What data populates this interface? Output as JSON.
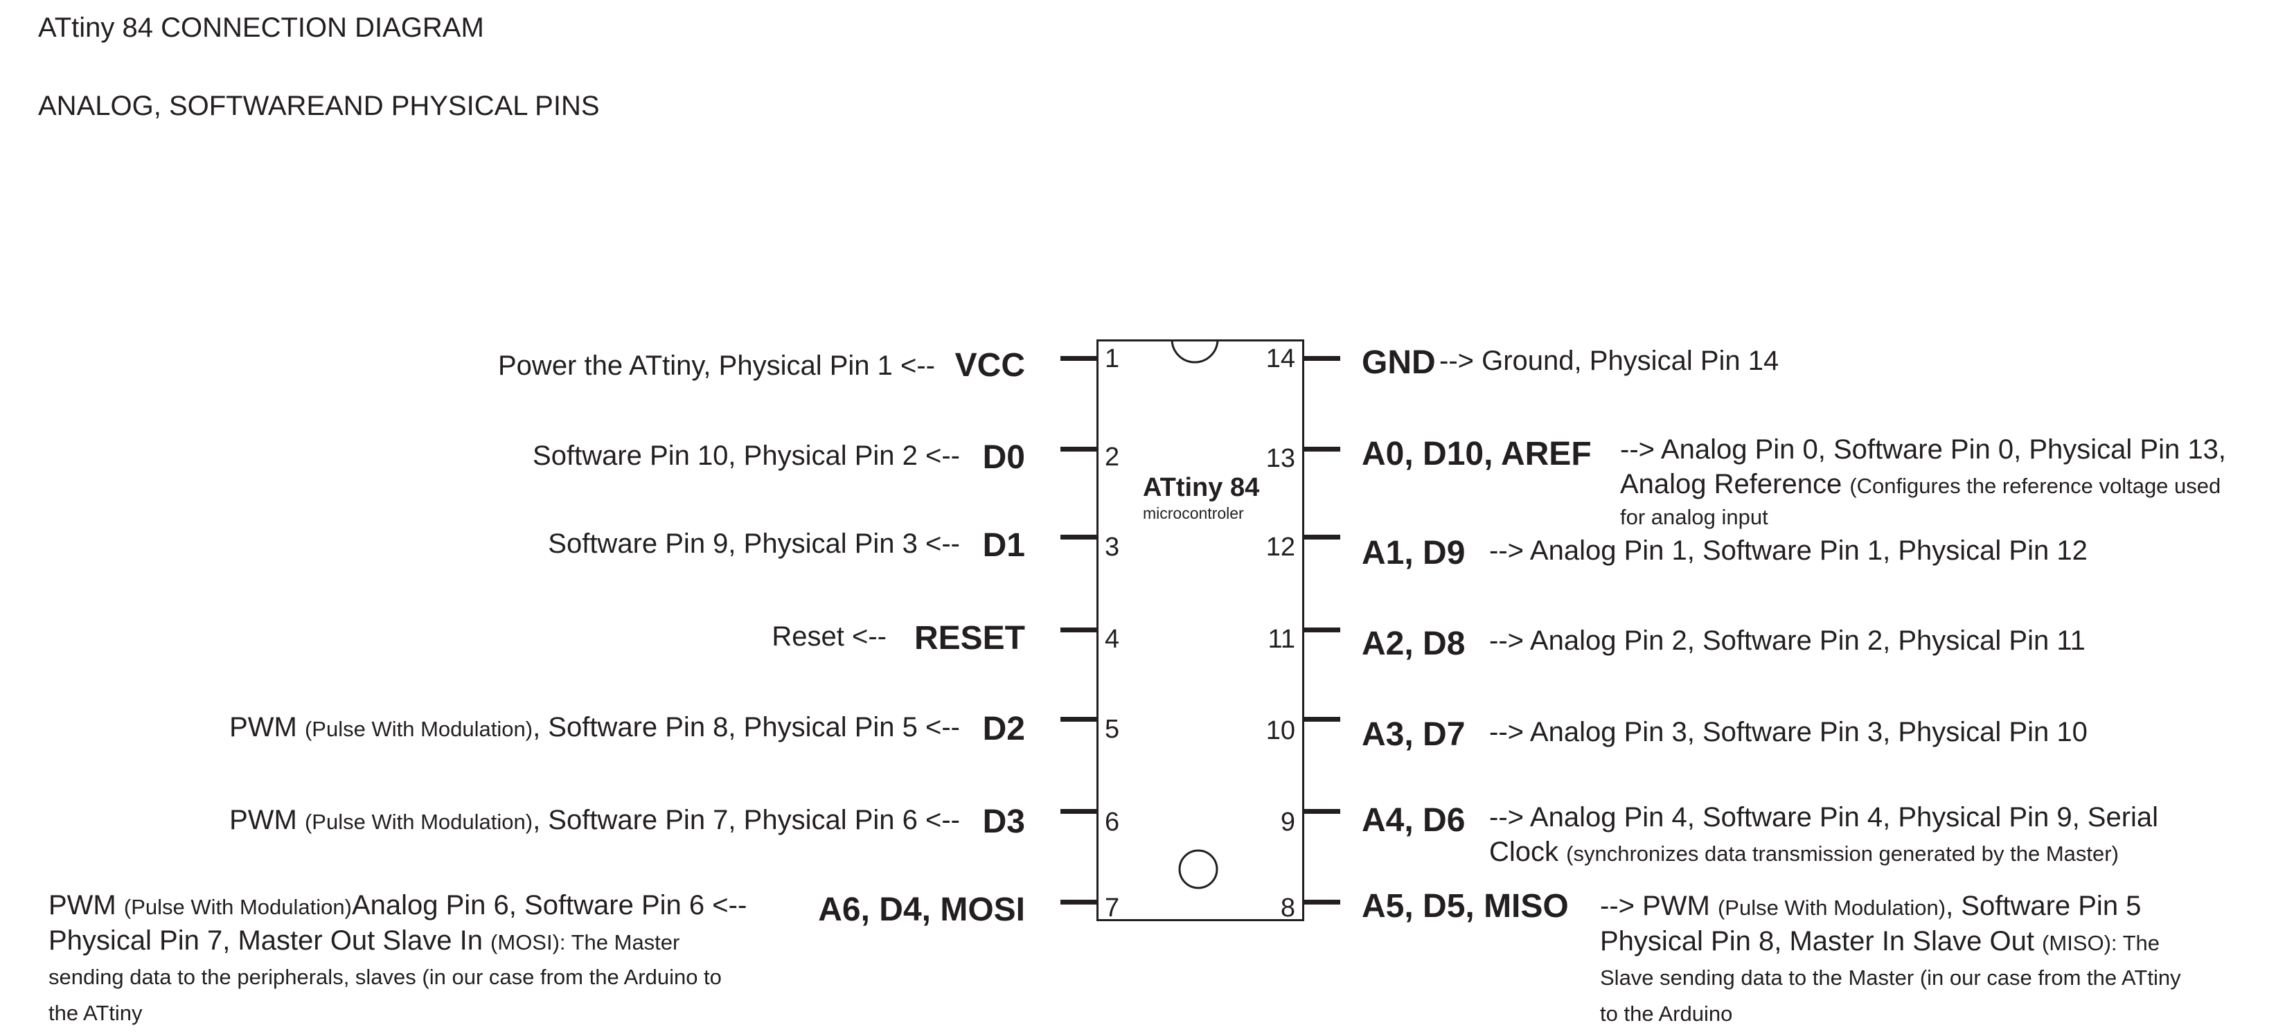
{
  "title": "ATtiny 84 CONNECTION DIAGRAM",
  "subtitle": "ANALOG, SOFTWAREAND PHYSICAL PINS",
  "chip": {
    "name": "ATtiny 84",
    "subtitle": "microcontroler"
  },
  "left_pins": [
    {
      "number": "1",
      "name": "VCC",
      "desc": "Power the ATtiny, Physical Pin 1 <--"
    },
    {
      "number": "2",
      "name": "D0",
      "desc": "Software Pin 10, Physical Pin 2 <--"
    },
    {
      "number": "3",
      "name": "D1",
      "desc": "Software Pin 9, Physical Pin 3 <--"
    },
    {
      "number": "4",
      "name": "RESET",
      "desc": "Reset <--"
    },
    {
      "number": "5",
      "name": "D2",
      "desc_a": "PWM ",
      "desc_small": "(Pulse With Modulation)",
      "desc_b": ", Software Pin 8, Physical Pin 5 <--"
    },
    {
      "number": "6",
      "name": "D3",
      "desc_a": "PWM ",
      "desc_small": "(Pulse With Modulation)",
      "desc_b": ", Software Pin 7, Physical Pin 6 <--"
    },
    {
      "number": "7",
      "name": "A6, D4, MOSI",
      "line1_a": "PWM ",
      "line1_small": "(Pulse With Modulation)",
      "line1_b": "Analog Pin 6, Software Pin 6 <--",
      "line2_a": "Physical Pin 7, Master Out Slave In ",
      "line2_small": "(MOSI): The Master",
      "line3": "sending data to the peripherals, slaves (in our case from the Arduino to",
      "line4": "the ATtiny"
    }
  ],
  "right_pins": [
    {
      "number": "14",
      "name": "GND",
      "desc": "--> Ground, Physical Pin 14"
    },
    {
      "number": "13",
      "name": "A0, D10, AREF",
      "line1": "--> Analog Pin 0, Software Pin 0, Physical Pin 13,",
      "line2_a": "Analog Reference ",
      "line2_small": "(Configures the reference voltage used",
      "line3": "for analog input"
    },
    {
      "number": "12",
      "name": "A1, D9",
      "desc": "--> Analog Pin 1, Software Pin 1, Physical Pin 12"
    },
    {
      "number": "11",
      "name": "A2, D8",
      "desc": "--> Analog Pin 2, Software Pin 2, Physical Pin 11"
    },
    {
      "number": "10",
      "name": "A3, D7",
      "desc": "--> Analog Pin 3, Software Pin 3, Physical Pin 10"
    },
    {
      "number": "9",
      "name": "A4, D6",
      "line1": "--> Analog Pin 4, Software Pin 4, Physical Pin 9, Serial",
      "line2_a": "Clock ",
      "line2_small": "(synchronizes data transmission generated by the Master)"
    },
    {
      "number": "8",
      "name": "A5, D5, MISO",
      "line1_a": "--> PWM ",
      "line1_small": "(Pulse With Modulation)",
      "line1_b": ", Software Pin 5",
      "line2_a": " Physical Pin 8, Master In Slave Out ",
      "line2_small": "(MISO): The",
      "line3": "Slave sending data to the Master (in our case from the ATtiny",
      "line4": "to the Arduino"
    }
  ]
}
